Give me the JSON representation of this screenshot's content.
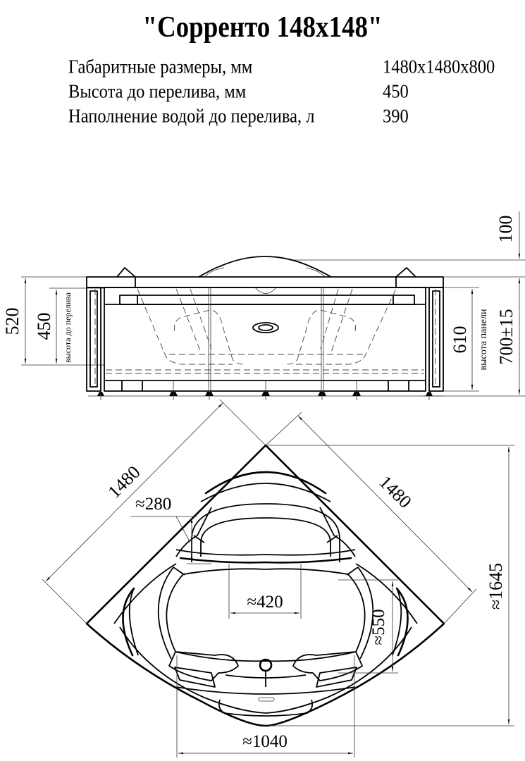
{
  "header": {
    "title": "\"Сорренто 148x148\""
  },
  "specs": [
    {
      "label": "Габаритные размеры, мм",
      "value": "1480x1480x800"
    },
    {
      "label": "Высота до перелива, мм",
      "value": "450"
    },
    {
      "label": "Наполнение водой до перелива, л",
      "value": "390"
    }
  ],
  "side_view": {
    "dim_total_height": "520",
    "dim_overflow_height": "450",
    "label_overflow_height": "высота до перелива",
    "dim_top_offset": "100",
    "dim_panel_height": "610",
    "label_panel_height": "высота панели",
    "dim_leg_height": "700±15"
  },
  "top_view": {
    "dim_side_left": "1480",
    "dim_side_right": "1480",
    "dim_headrest": "≈280",
    "dim_inner_width": "≈420",
    "dim_inner_depth": "≈550",
    "dim_diagonal_depth": "≈1645",
    "dim_front_width": "≈1040"
  }
}
